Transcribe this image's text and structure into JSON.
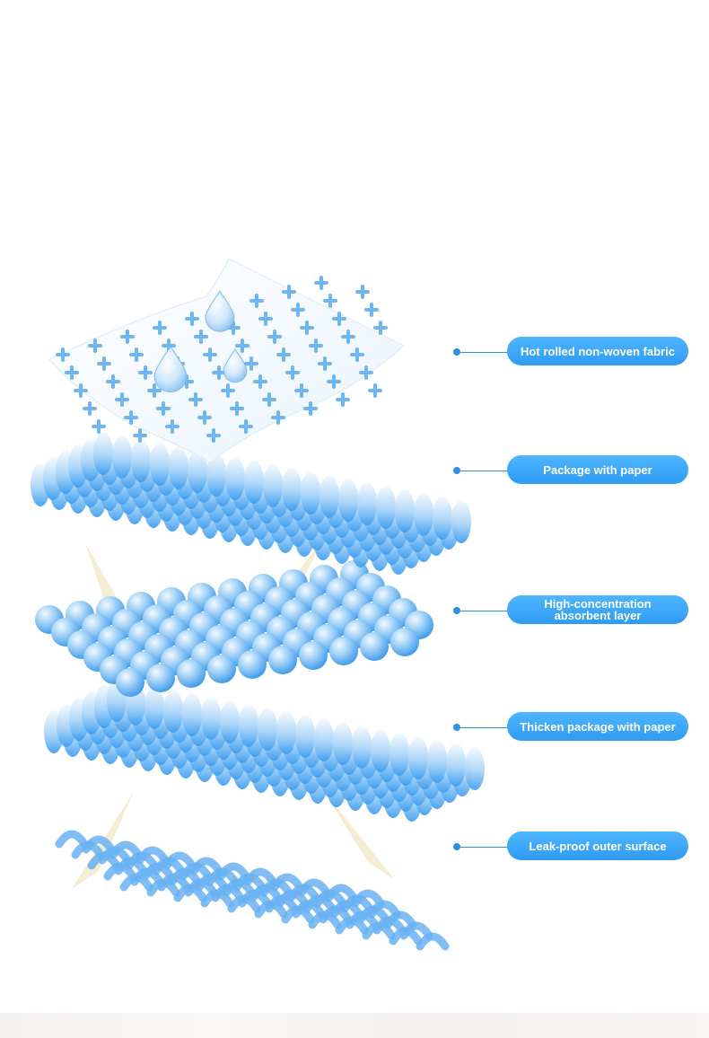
{
  "layers": [
    {
      "id": "fabric",
      "label": "Hot rolled non-woven fabric"
    },
    {
      "id": "paper",
      "label": "Package with paper"
    },
    {
      "id": "absorbent",
      "label": "High-concentration\nabsorbent layer"
    },
    {
      "id": "thick-paper",
      "label": "Thicken package with paper"
    },
    {
      "id": "outer",
      "label": "Leak-proof outer surface"
    }
  ],
  "colors": {
    "accent": "#2f8ee6",
    "pill": "#3aa6f7",
    "fiber_light": "#e4f1fc",
    "fiber_dark": "#3f9ef0",
    "arrow": "#efe8c6",
    "cross": "#6fb5f0"
  }
}
